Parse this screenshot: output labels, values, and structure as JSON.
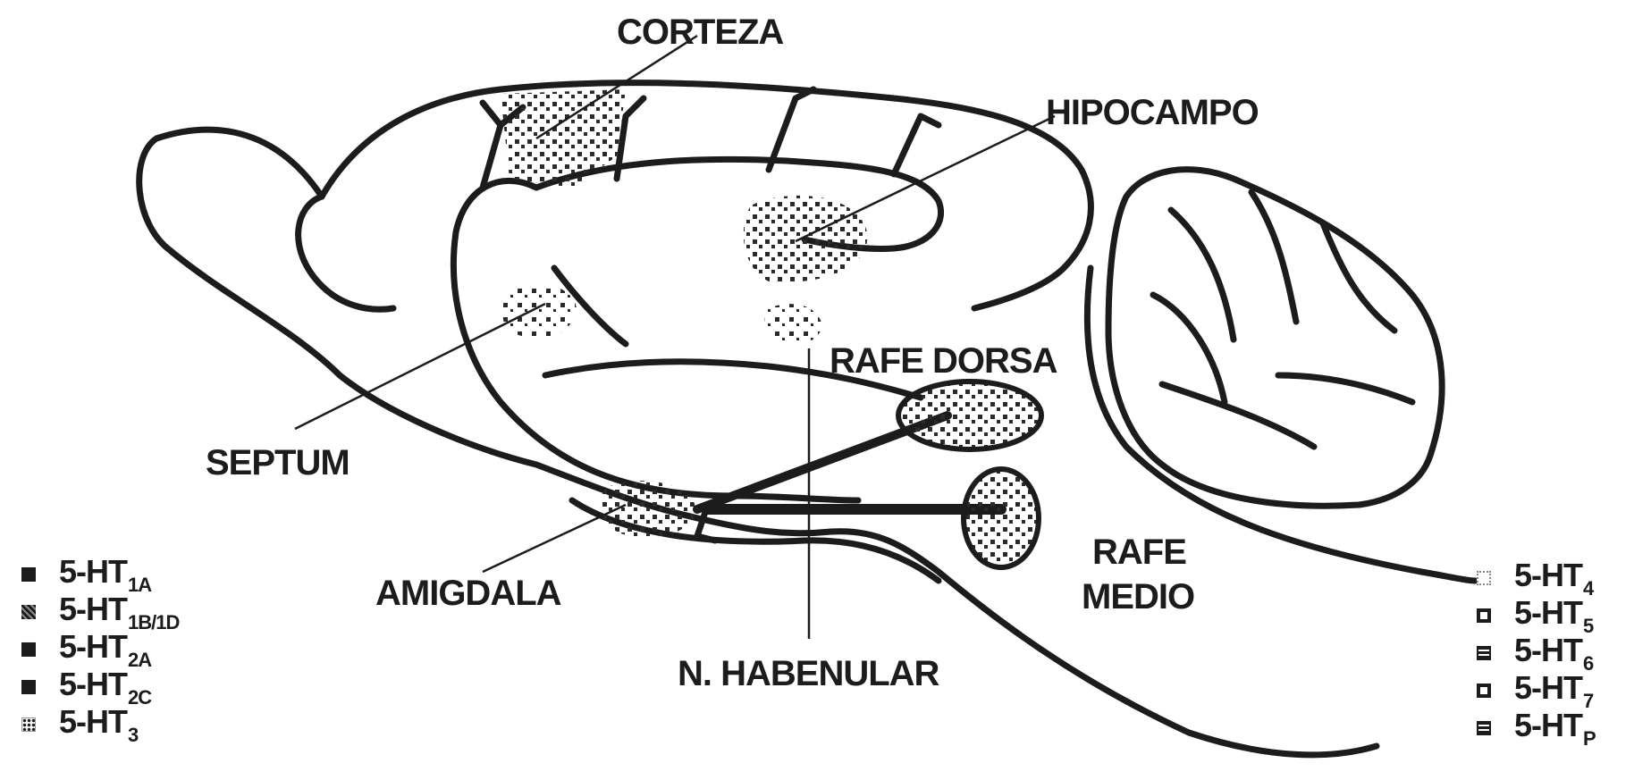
{
  "regions": {
    "corteza": "CORTEZA",
    "hipocampo": "HIPOCAMPO",
    "rafe_dorsal": "RAFE DORSA",
    "septum": "SEPTUM",
    "amigdala": "AMIGDALA",
    "rafe_medio_line1": "RAFE",
    "rafe_medio_line2": "MEDIO",
    "n_habenular": "N. HABENULAR"
  },
  "legend_left": [
    {
      "base": "5-HT",
      "sub": "1A",
      "swatch": "solid"
    },
    {
      "base": "5-HT",
      "sub": "1B/1D",
      "swatch": "dense"
    },
    {
      "base": "5-HT",
      "sub": "2A",
      "swatch": "solid"
    },
    {
      "base": "5-HT",
      "sub": "2C",
      "swatch": "solid"
    },
    {
      "base": "5-HT",
      "sub": "3",
      "swatch": "dotted"
    }
  ],
  "legend_right": [
    {
      "base": "5-HT",
      "sub": "4",
      "swatch": "light"
    },
    {
      "base": "5-HT",
      "sub": "5",
      "swatch": "outlined"
    },
    {
      "base": "5-HT",
      "sub": "6",
      "swatch": "hatched"
    },
    {
      "base": "5-HT",
      "sub": "7",
      "swatch": "outlined"
    },
    {
      "base": "5-HT",
      "sub": "P",
      "swatch": "hatched"
    }
  ],
  "colors": {
    "ink": "#1c1c1c",
    "background": "#ffffff"
  }
}
